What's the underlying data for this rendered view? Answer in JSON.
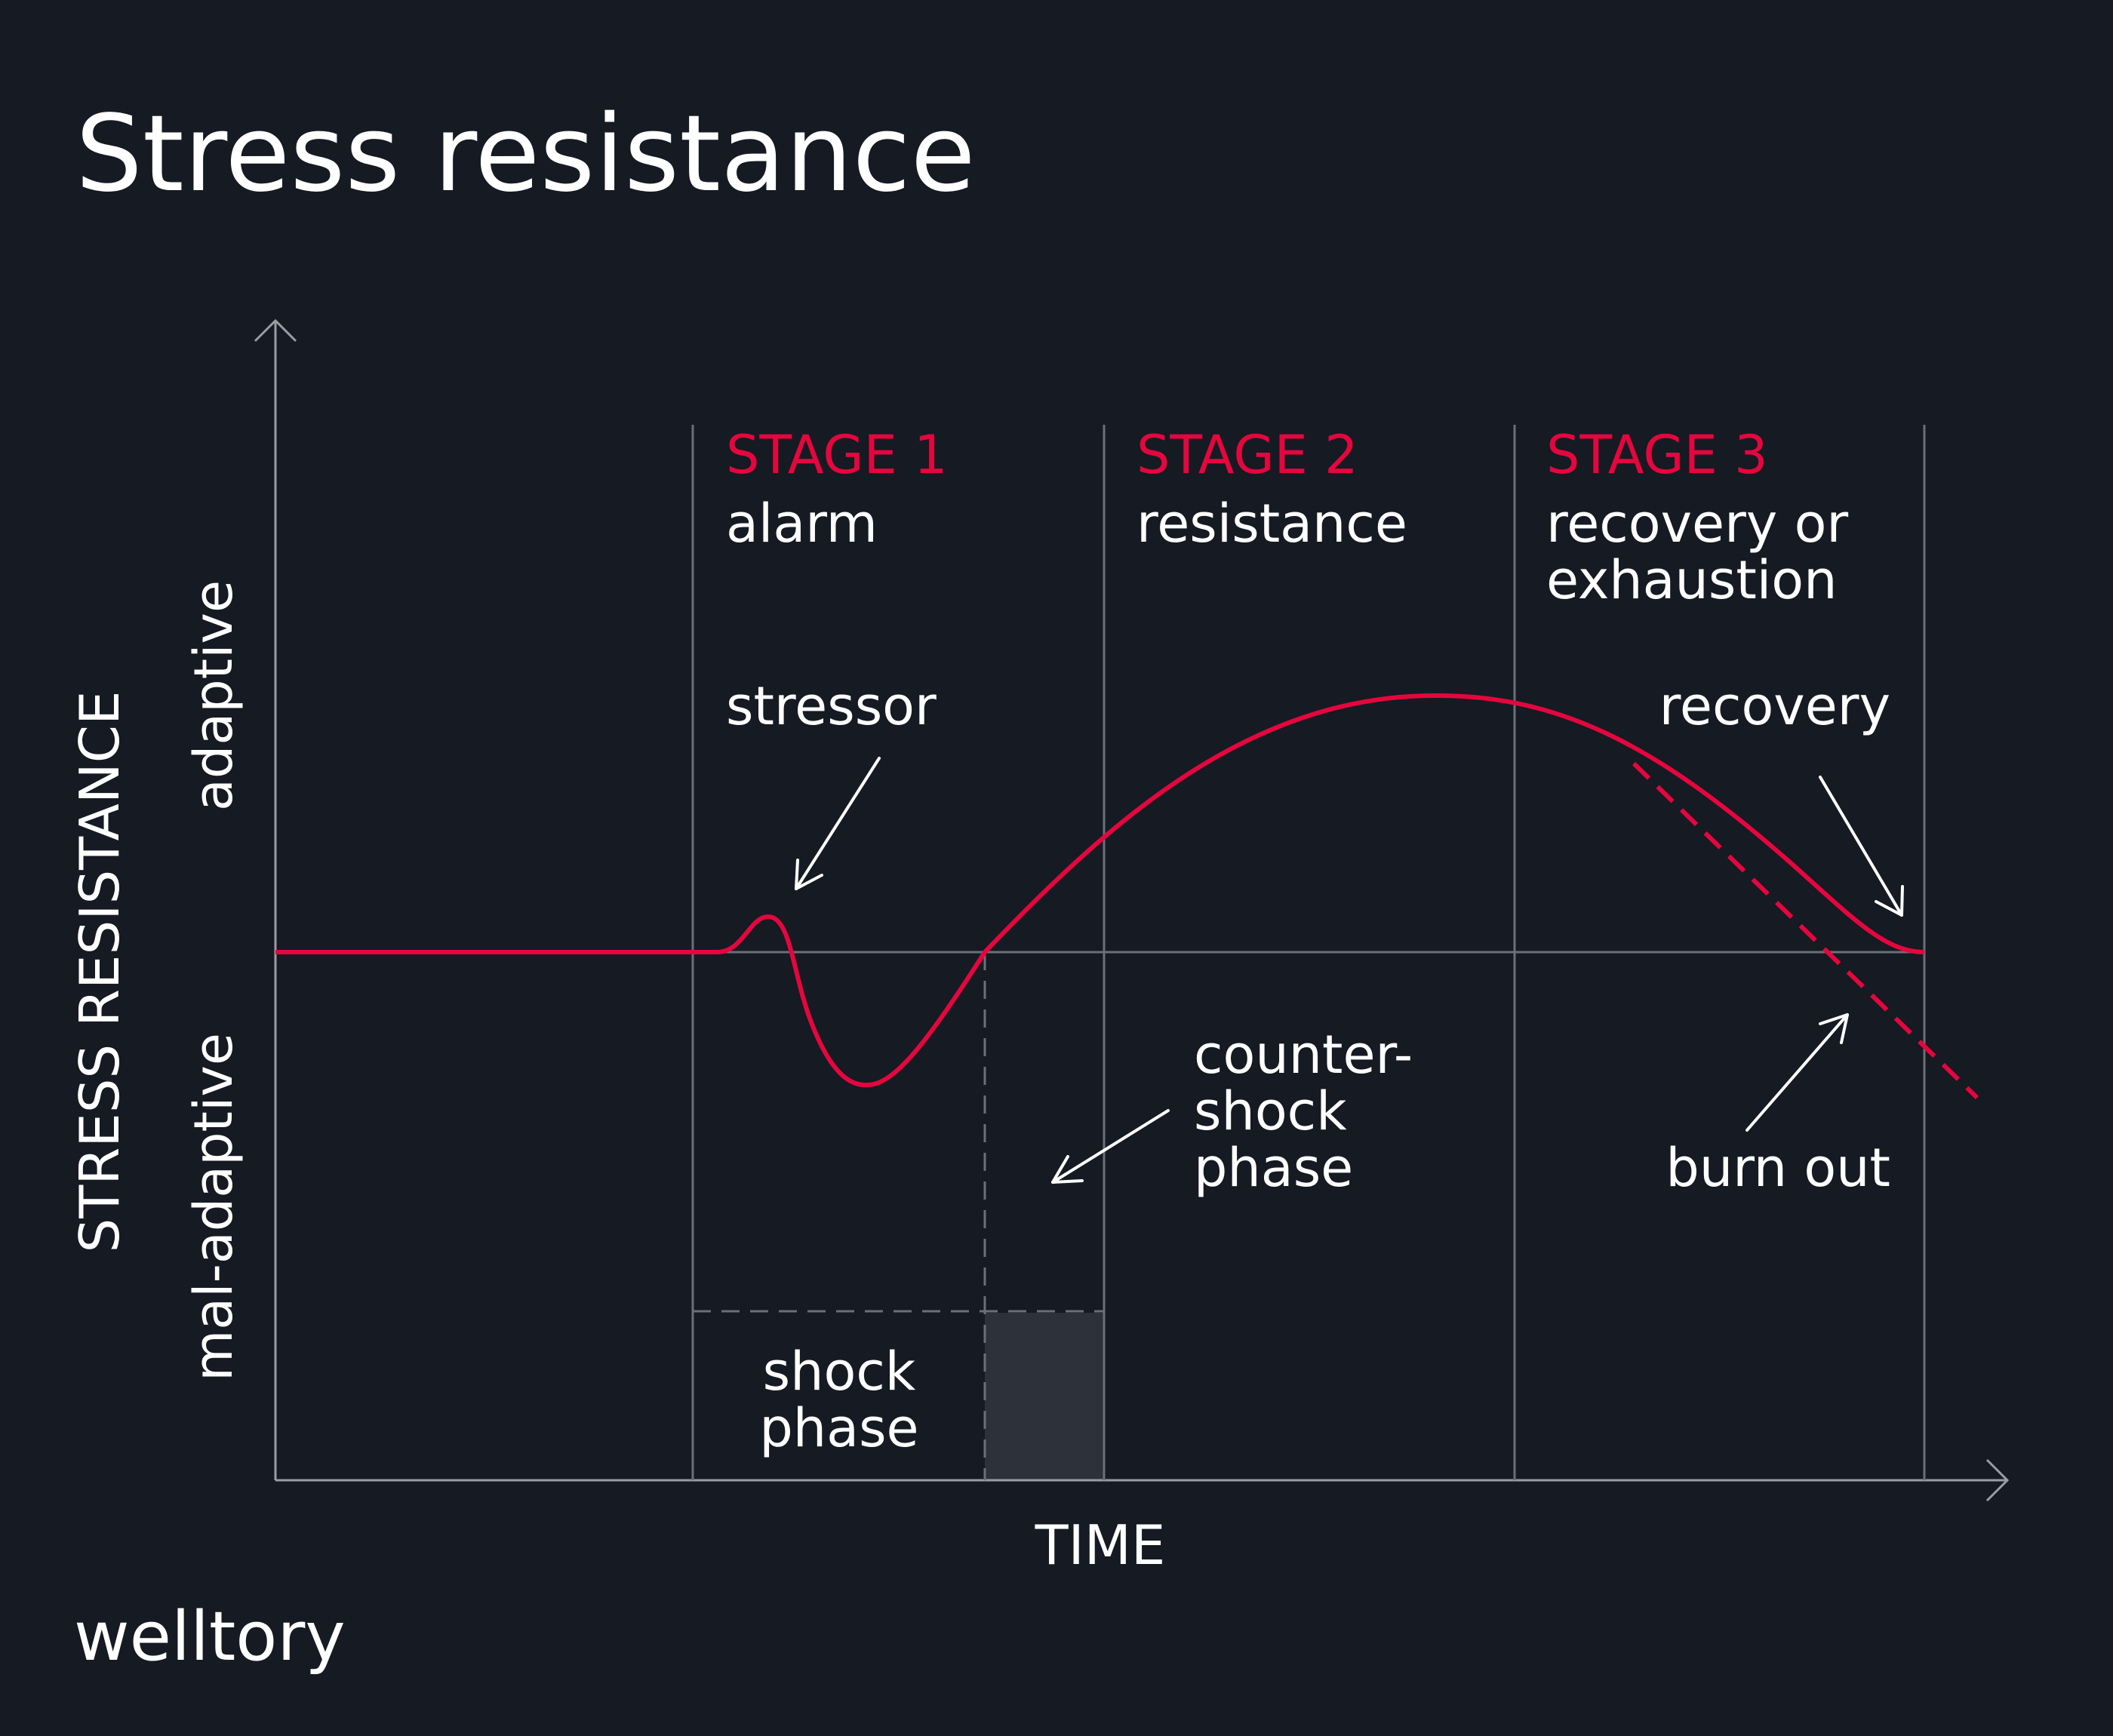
{
  "title": "Stress resistance",
  "brand": "welltory",
  "colors": {
    "background": "#151a23",
    "accent": "#e5063d",
    "text": "#ffffff",
    "grid": "#6b6f78",
    "shaded_box": "#2c313a"
  },
  "axes": {
    "y_label": "STRESS RESISTANCE",
    "y_upper": "adaptive",
    "y_lower": "mal-adaptive",
    "x_label": "TIME"
  },
  "stages": [
    {
      "name": "STAGE 1",
      "desc": [
        "alarm"
      ]
    },
    {
      "name": "STAGE 2",
      "desc": [
        "resistance"
      ]
    },
    {
      "name": "STAGE 3",
      "desc": [
        "recovery or",
        "exhaustion"
      ]
    }
  ],
  "annotations": {
    "stressor": "stressor",
    "recovery": "recovery",
    "counter_shock": [
      "counter-",
      "shock",
      "phase"
    ],
    "burn_out": "burn out",
    "shock_phase": [
      "shock",
      "phase"
    ]
  }
}
